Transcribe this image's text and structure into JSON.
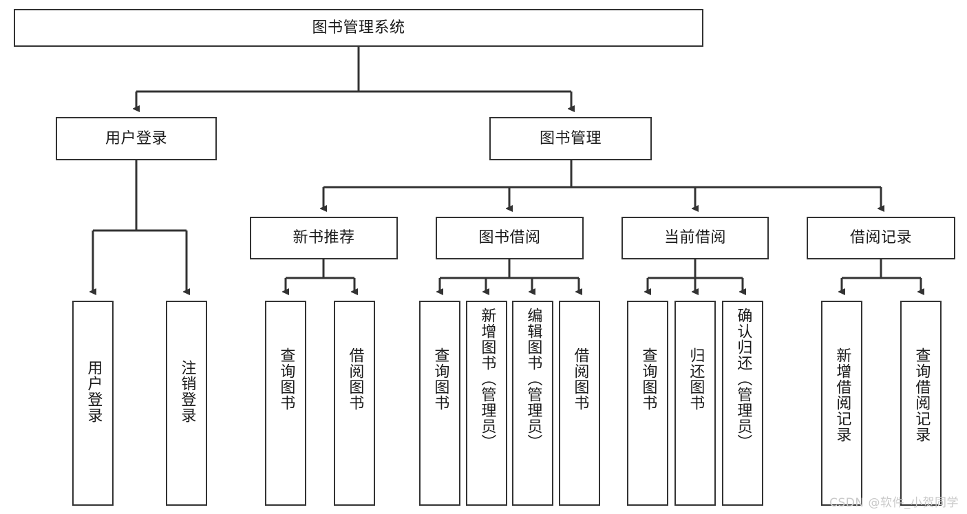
{
  "diagram": {
    "title": "图书管理系统",
    "type": "tree",
    "watermark": "CSDN @软件_小贺同学",
    "colors": {
      "box_border": "#333333",
      "box_fill": "#ffffff",
      "edge": "#333333",
      "text": "#1a1a1a",
      "watermark": "#c9c9c9"
    },
    "root": {
      "label": "图书管理系统"
    },
    "level1": [
      {
        "label": "用户登录"
      },
      {
        "label": "图书管理"
      }
    ],
    "level2": [
      {
        "label": "新书推荐"
      },
      {
        "label": "图书借阅"
      },
      {
        "label": "当前借阅"
      },
      {
        "label": "借阅记录"
      }
    ],
    "leaves": {
      "user_login": [
        {
          "label": "用户登录"
        },
        {
          "label": "注销登录"
        }
      ],
      "new_book_recommend": [
        {
          "label": "查询图书"
        },
        {
          "label": "借阅图书"
        }
      ],
      "book_borrow": [
        {
          "label": "查询图书"
        },
        {
          "label": "新增图书（管理员）"
        },
        {
          "label": "编辑图书（管理员）"
        },
        {
          "label": "借阅图书"
        }
      ],
      "current_borrow": [
        {
          "label": "查询图书"
        },
        {
          "label": "归还图书"
        },
        {
          "label": "确认归还（管理员）"
        }
      ],
      "borrow_records": [
        {
          "label": "新增借阅记录"
        },
        {
          "label": "查询借阅记录"
        }
      ]
    }
  }
}
